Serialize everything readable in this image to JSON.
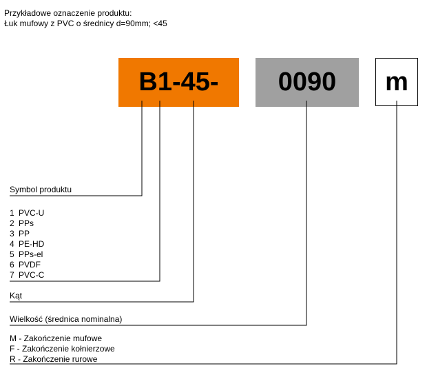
{
  "header": {
    "line1": "Przykładowe oznaczenie produktu:",
    "line2": "Łuk mufowy z PVC o średnicy d=90mm; <45"
  },
  "code": {
    "product": "B1-45-",
    "size": "0090",
    "ending": "m"
  },
  "colors": {
    "product_box": "#f07800",
    "size_box": "#a0a0a0",
    "ending_box": "#ffffff",
    "lines": "#000000"
  },
  "labels": {
    "symbol": "Symbol produktu",
    "angle": "Kąt",
    "size": "Wielkość (średnica nominalna)"
  },
  "materials": [
    {
      "num": "1",
      "name": "PVC-U"
    },
    {
      "num": "2",
      "name": "PPs"
    },
    {
      "num": "3",
      "name": "PP"
    },
    {
      "num": "4",
      "name": "PE-HD"
    },
    {
      "num": "5",
      "name": "PPs-el"
    },
    {
      "num": "6",
      "name": "PVDF"
    },
    {
      "num": "7",
      "name": "PVC-C"
    }
  ],
  "endings": [
    "M - Zakończenie mufowe",
    "F  - Zakończenie kołnierzowe",
    "R - Zakończenie rurowe"
  ]
}
